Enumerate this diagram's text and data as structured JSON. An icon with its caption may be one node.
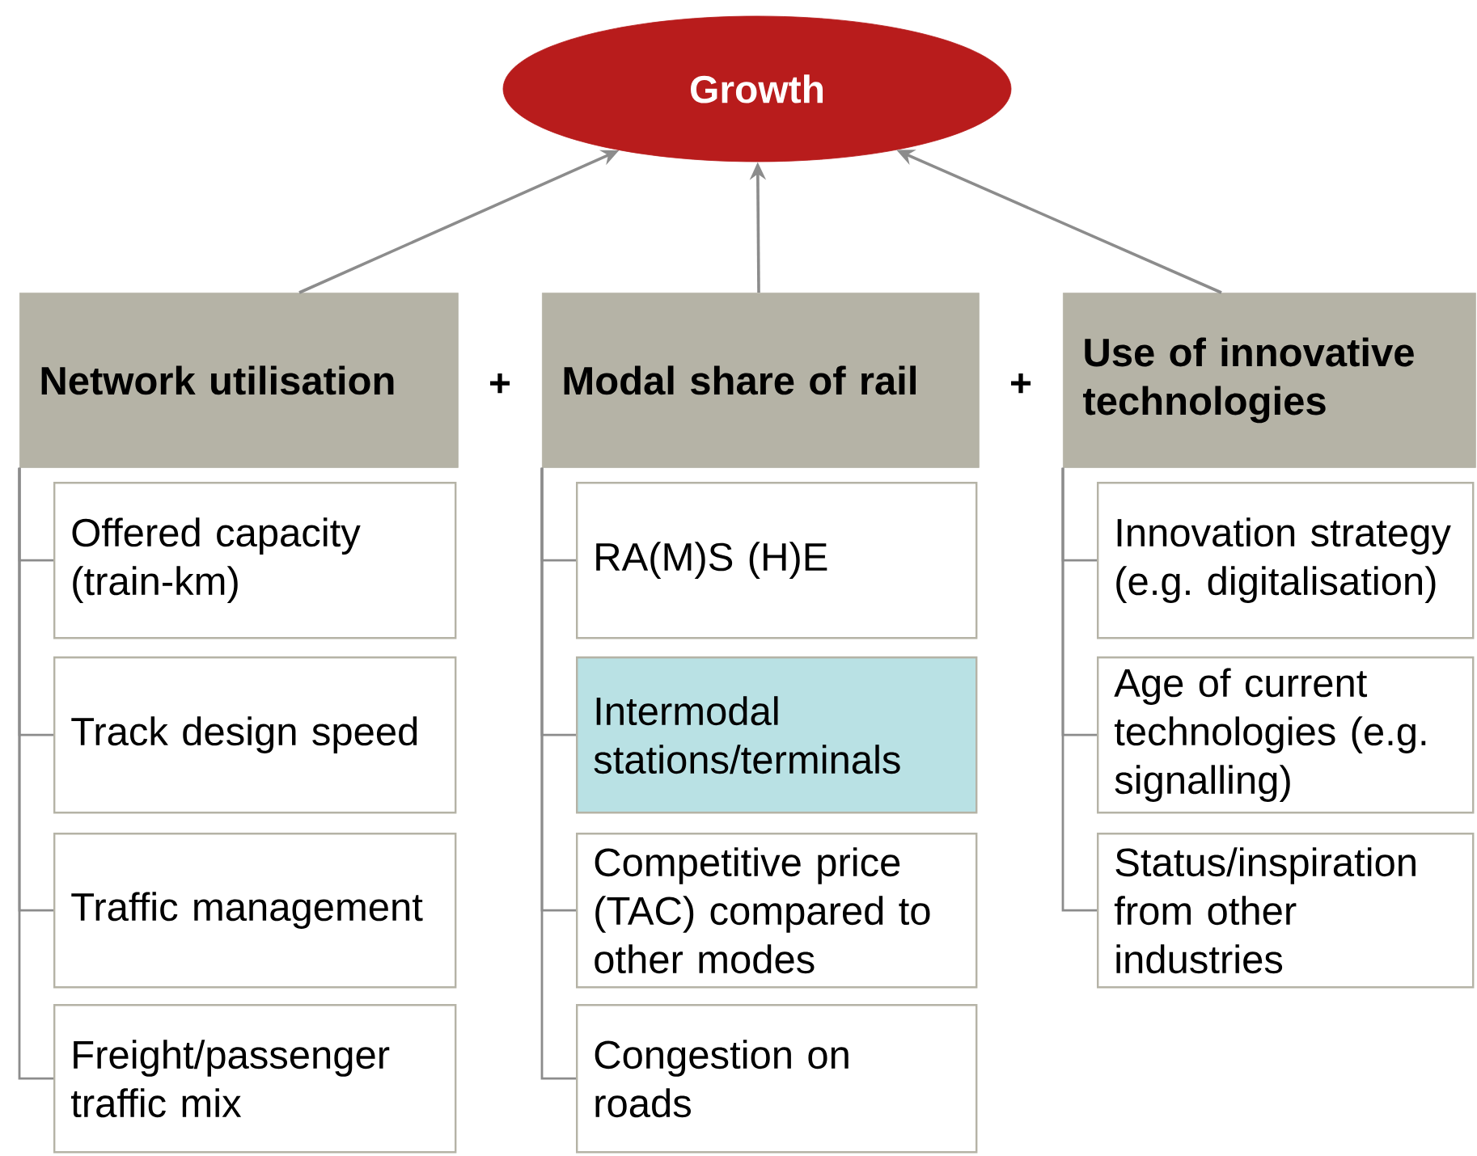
{
  "diagram": {
    "nodes": [
      {
        "text": [
          "Growth"
        ]
      },
      {
        "text": [
          "Network utilisation"
        ]
      },
      {
        "text": [
          "Modal share of rail"
        ]
      },
      {
        "text": [
          "Use of innovative technologies"
        ]
      },
      {
        "text": [
          "Offered capacity (train-km)"
        ]
      },
      {
        "text": [
          "Track design speed"
        ]
      },
      {
        "text": [
          "Traffic management"
        ]
      },
      {
        "text": [
          "Freight/passenger traffic mix"
        ]
      },
      {
        "text": [
          "RA(M)S (H)E"
        ]
      },
      {
        "text": [
          "Intermodal stations/terminals"
        ]
      },
      {
        "text": [
          "Competitive price (TAC) compared to other modes"
        ]
      },
      {
        "text": [
          "Congestion on roads"
        ]
      },
      {
        "text": [
          "Innovation strategy (e.g. digitalisation)"
        ]
      },
      {
        "text": [
          "Age of current technologies (e.g. signalling)"
        ]
      },
      {
        "text": [
          "Status/inspiration from other industries"
        ]
      }
    ],
    "edges": [
      {
        "from": 1,
        "to": 0,
        "arrow": "to"
      },
      {
        "from": 2,
        "to": 0,
        "arrow": "to"
      },
      {
        "from": 3,
        "to": 0,
        "arrow": "to"
      },
      {
        "from": 1,
        "to": 4,
        "arrow": "none"
      },
      {
        "from": 1,
        "to": 5,
        "arrow": "none"
      },
      {
        "from": 1,
        "to": 6,
        "arrow": "none"
      },
      {
        "from": 1,
        "to": 7,
        "arrow": "none"
      },
      {
        "from": 2,
        "to": 8,
        "arrow": "none"
      },
      {
        "from": 2,
        "to": 9,
        "arrow": "none"
      },
      {
        "from": 2,
        "to": 10,
        "arrow": "none"
      },
      {
        "from": 2,
        "to": 11,
        "arrow": "none"
      },
      {
        "from": 3,
        "to": 12,
        "arrow": "none"
      },
      {
        "from": 3,
        "to": 13,
        "arrow": "none"
      },
      {
        "from": 3,
        "to": 14,
        "arrow": "none"
      }
    ],
    "labels": [
      "+",
      "+"
    ]
  }
}
